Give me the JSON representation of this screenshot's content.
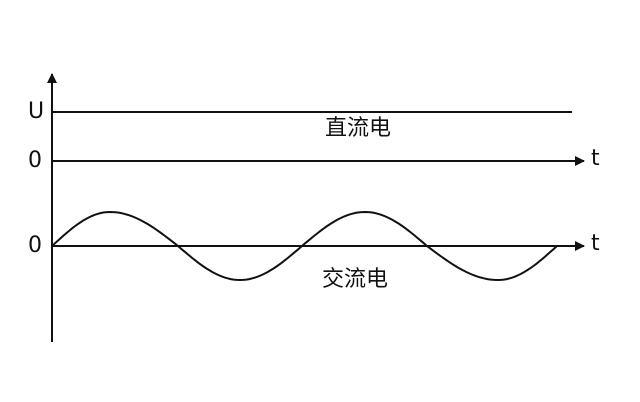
{
  "labels": {
    "u_level": "U",
    "dc_zero": "0",
    "ac_zero": "0",
    "dc_t_axis": "t",
    "ac_t_axis": "t",
    "dc_caption": "直流电",
    "ac_caption": "交流电"
  },
  "ac_wave": {
    "cycles": 2,
    "starts": "rising"
  },
  "colors": {
    "stroke": "#111111",
    "background": "#ffffff"
  }
}
